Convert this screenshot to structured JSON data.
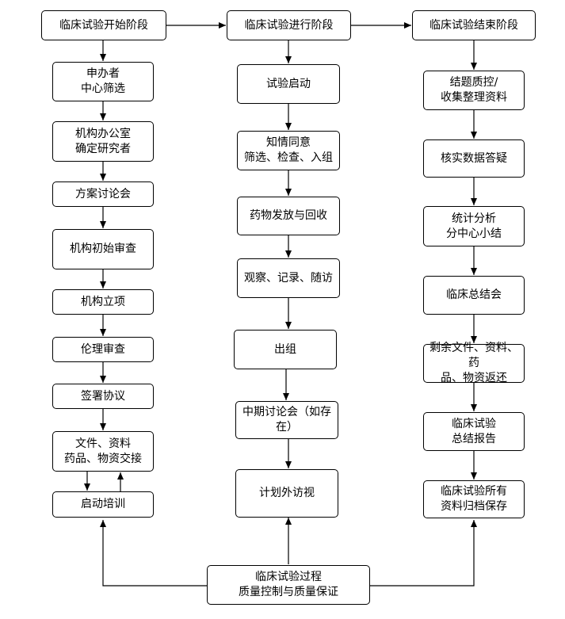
{
  "stages": {
    "start": "临床试验开始阶段",
    "running": "临床试验进行阶段",
    "end": "临床试验结束阶段"
  },
  "left": {
    "sponsor_l1": "申办者",
    "sponsor_l2": "中心筛选",
    "office_l1": "机构办公室",
    "office_l2": "确定研究者",
    "plan_discussion": "方案讨论会",
    "initial_review": "机构初始审查",
    "approval": "机构立项",
    "ethics_review": "伦理审查",
    "agreement": "签署协议",
    "handover_l1": "文件、资料",
    "handover_l2": "药品、物资交接",
    "training": "启动培训"
  },
  "middle": {
    "kickoff": "试验启动",
    "consent_l1": "知情同意",
    "consent_l2": "筛选、检查、入组",
    "drug_dispense": "药物发放与回收",
    "observe": "观察、记录、随访",
    "exit": "出组",
    "midterm": "中期讨论会（如存在）",
    "unplanned_visit": "计划外访视"
  },
  "right": {
    "qc_l1": "结题质控/",
    "qc_l2": "收集整理资料",
    "verify": "核实数据答疑",
    "stats_l1": "统计分析",
    "stats_l2": "分中心小结",
    "summary_meeting": "临床总结会",
    "return_l1": "剩余文件、资料、药",
    "return_l2": "品、物资返还",
    "report_l1": "临床试验",
    "report_l2": "总结报告",
    "archive_l1": "临床试验所有",
    "archive_l2": "资料归档保存"
  },
  "bottom": {
    "qa_l1": "临床试验过程",
    "qa_l2": "质量控制与质量保证"
  }
}
